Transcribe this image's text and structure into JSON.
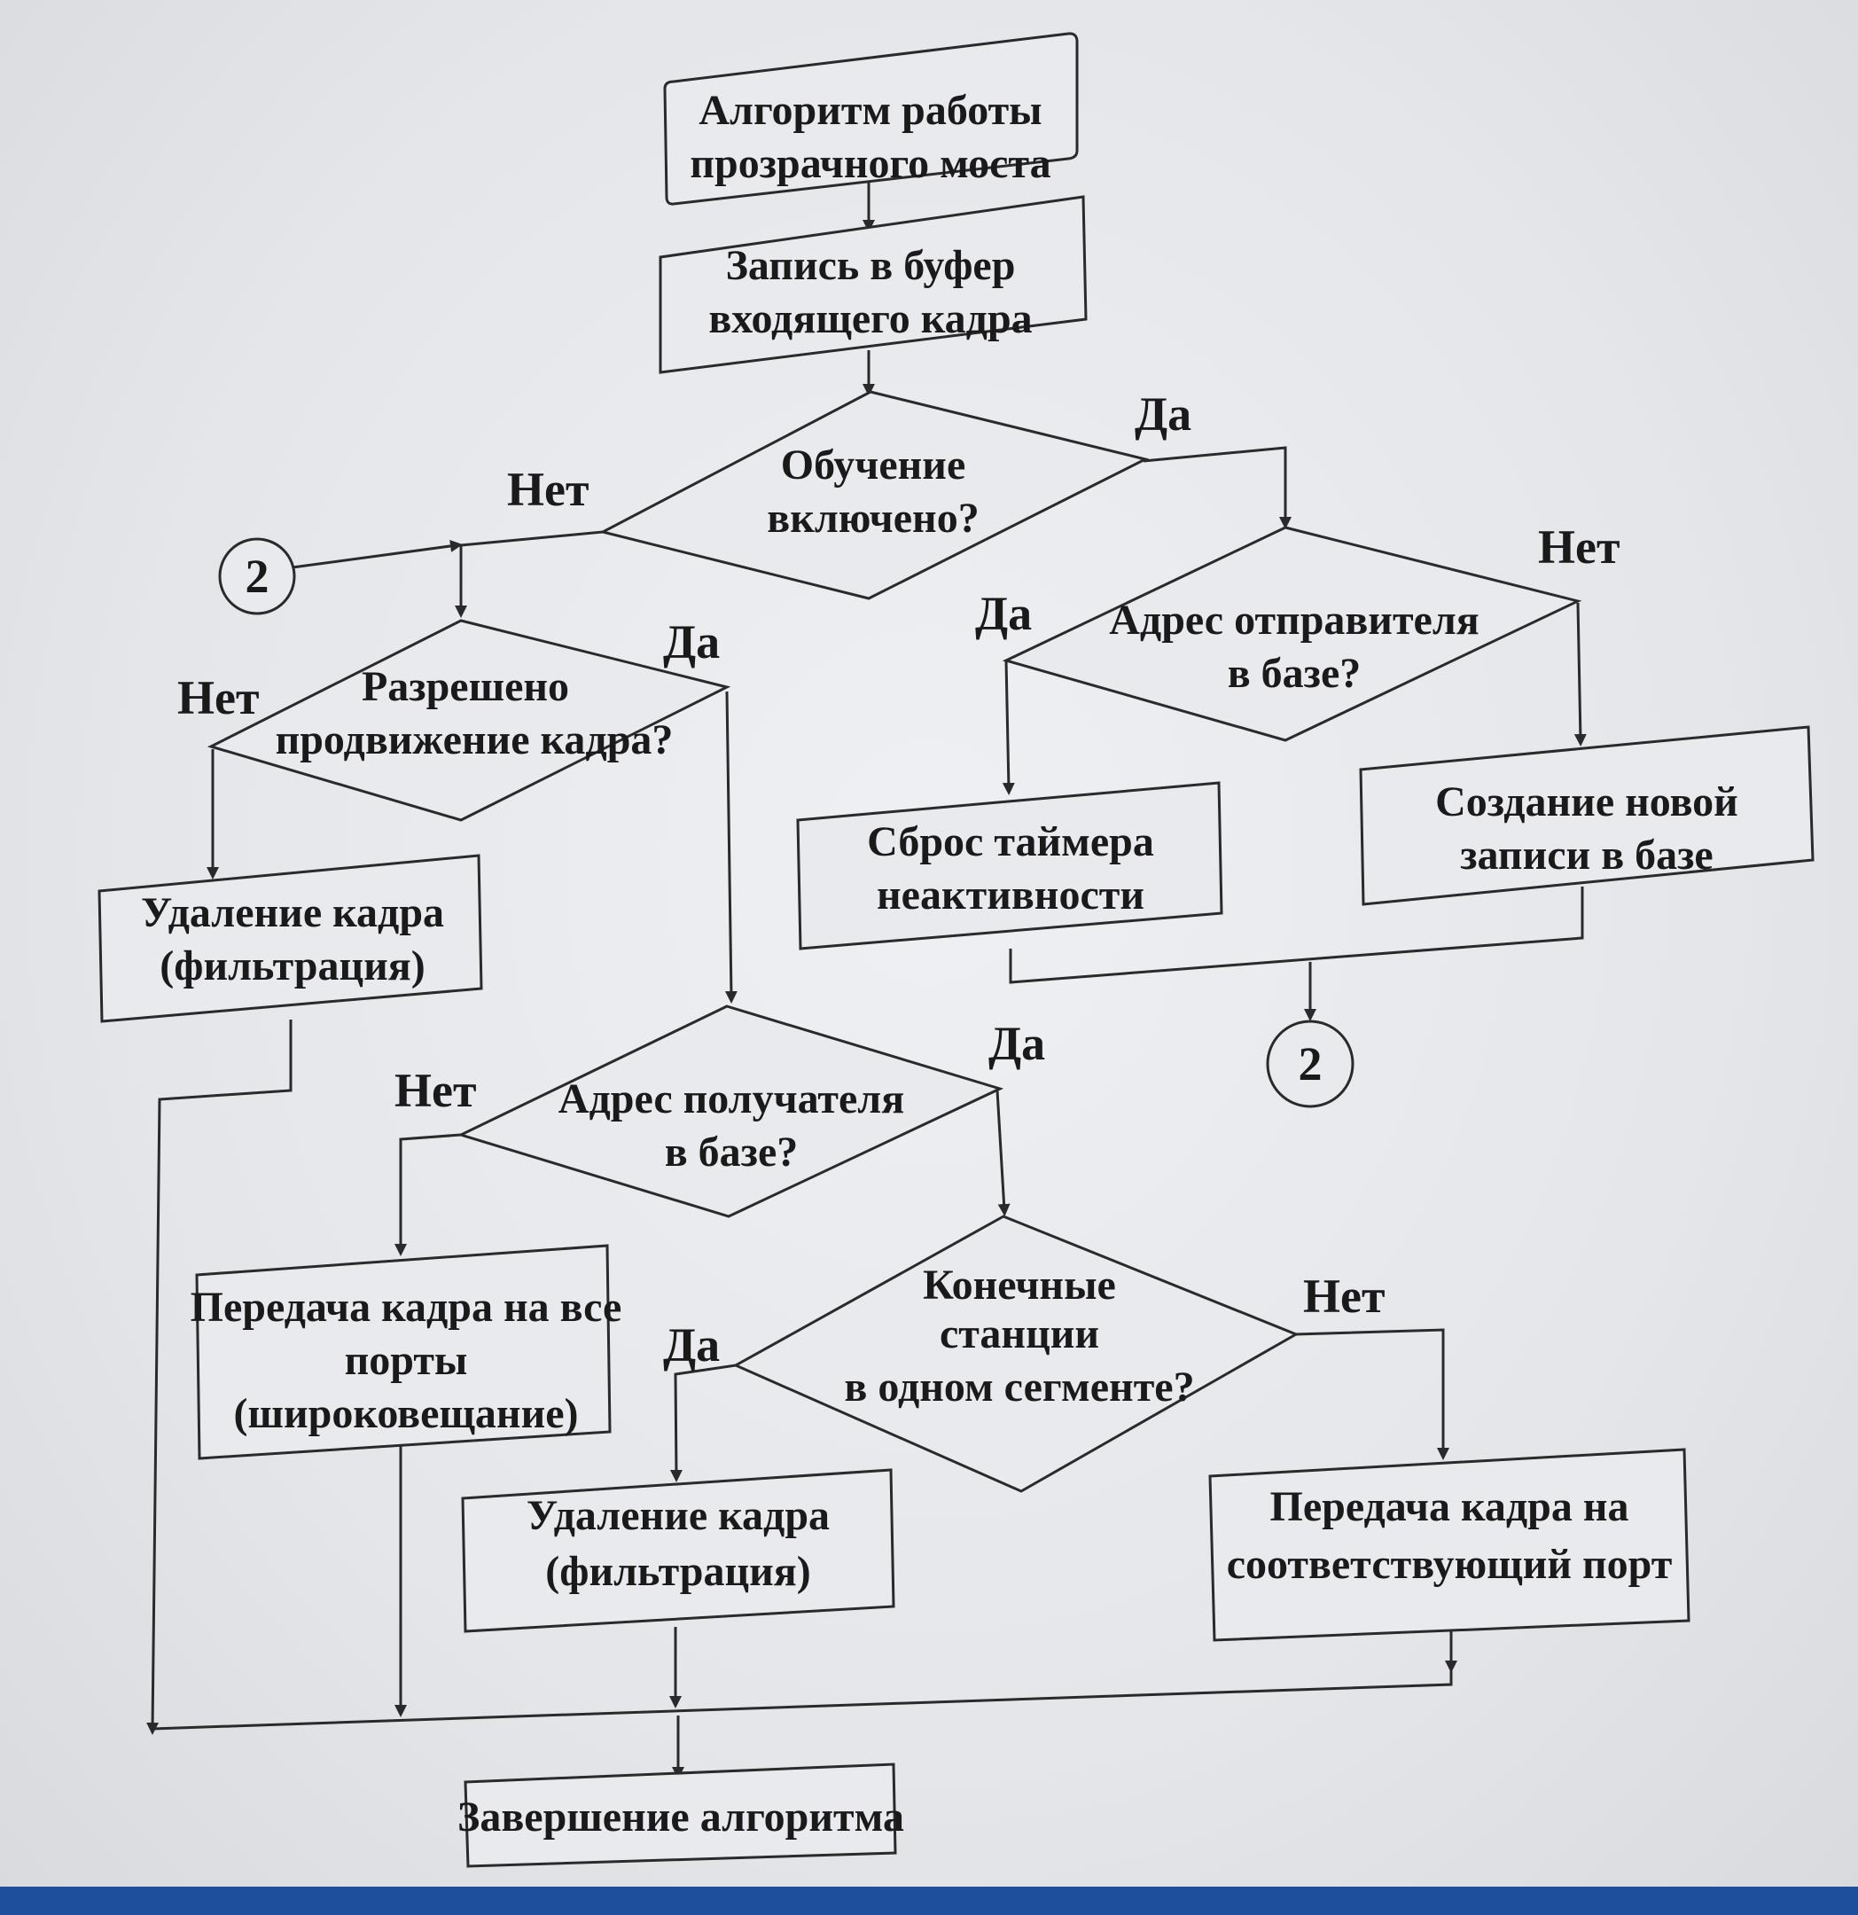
{
  "start": [
    "Алгоритм работы",
    "прозрачного моста"
  ],
  "write_buffer": [
    "Запись в буфер",
    "входящего кадра"
  ],
  "learning_enabled": [
    "Обучение",
    "включено?"
  ],
  "sender_in_db": [
    "Адрес отправителя",
    "в базе?"
  ],
  "reset_timer": [
    "Сброс таймера",
    "неактивности"
  ],
  "new_record": [
    "Создание новой",
    "записи в базе"
  ],
  "forwarding_allowed": [
    "Разрешено",
    "продвижение кадра?"
  ],
  "drop_frame_1": [
    "Удаление кадра",
    "(фильтрация)"
  ],
  "receiver_in_db": [
    "Адрес получателя",
    "в базе?"
  ],
  "flood": [
    "Передача кадра на все",
    "порты",
    "(широковещание)"
  ],
  "same_segment": [
    "Конечные",
    "станции",
    "в одном сегменте?"
  ],
  "drop_frame_2": [
    "Удаление кадра",
    "(фильтрация)"
  ],
  "forward_port": [
    "Передача кадра на",
    "соответствующий порт"
  ],
  "end": "Завершение алгоритма",
  "connector": "2",
  "yes": "Да",
  "no": "Нет"
}
